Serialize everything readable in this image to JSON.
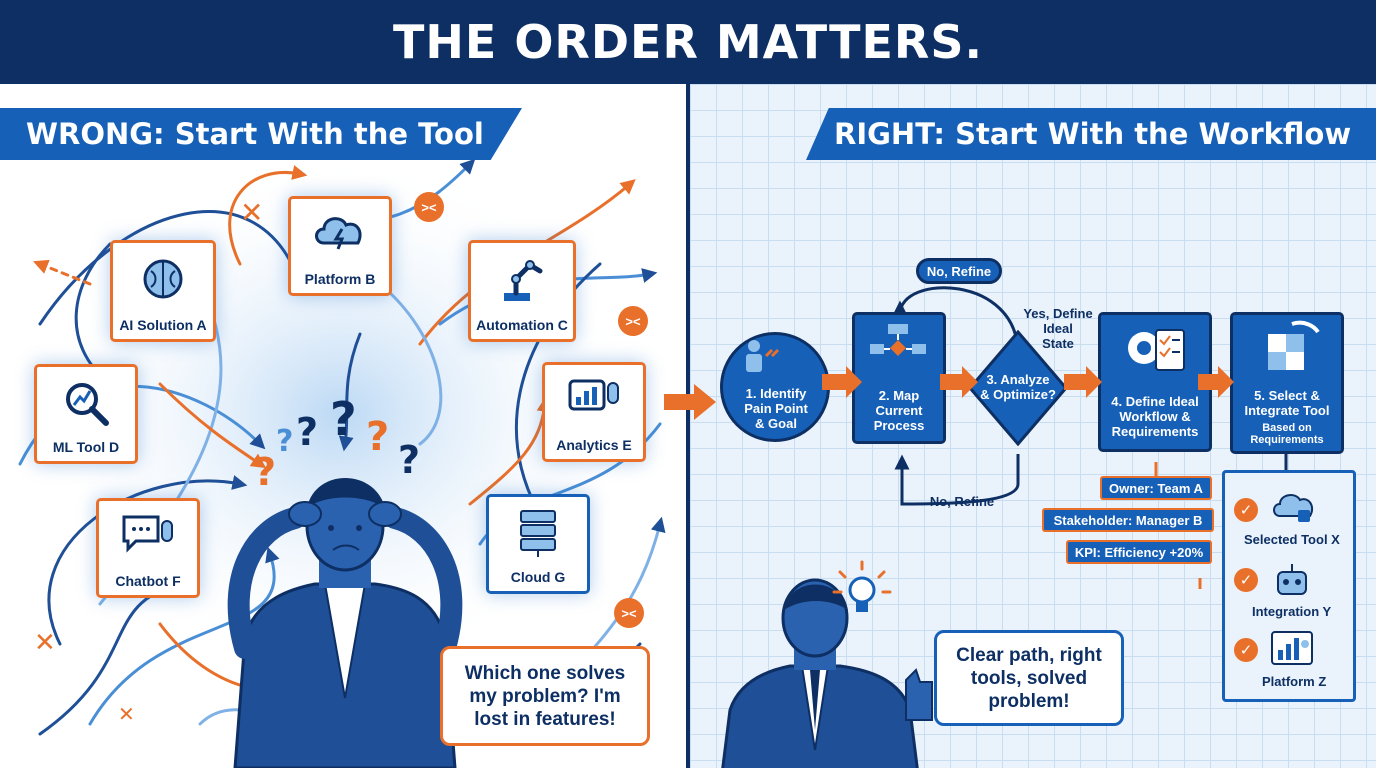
{
  "title": "THE ORDER MATTERS.",
  "left": {
    "banner": "WRONG: Start With the Tool",
    "tools": [
      {
        "label": "AI Solution A",
        "icon": "brain-icon"
      },
      {
        "label": "Platform B",
        "icon": "cloud-lightning-icon"
      },
      {
        "label": "Automation C",
        "icon": "robot-arm-icon"
      },
      {
        "label": "ML Tool D",
        "icon": "magnifier-chart-icon"
      },
      {
        "label": "Analytics E",
        "icon": "chart-mic-icon"
      },
      {
        "label": "Chatbot F",
        "icon": "chat-mic-icon"
      },
      {
        "label": "Cloud G",
        "icon": "server-icon"
      }
    ],
    "bubble_lines": [
      "Which one solves",
      "my problem? I'm",
      "lost in features!"
    ]
  },
  "right": {
    "banner": "RIGHT: Start With the Workflow",
    "steps": [
      {
        "lines": [
          "1. Identify",
          "Pain Point",
          "& Goal"
        ]
      },
      {
        "lines": [
          "2. Map",
          "Current",
          "Process"
        ]
      },
      {
        "lines": [
          "3. Analyze",
          "& Optimize?"
        ]
      },
      {
        "lines": [
          "4. Define Ideal",
          "Workflow &",
          "Requirements"
        ]
      },
      {
        "lines": [
          "5. Select &",
          "Integrate Tool"
        ],
        "sub_lines": [
          "Based on",
          "Requirements"
        ]
      }
    ],
    "loop_top": "No, Refine",
    "loop_bottom": "No, Refine",
    "yes_lines": [
      "Yes, Define",
      "Ideal",
      "State"
    ],
    "tags": [
      "Owner: Team A",
      "Stakeholder: Manager B",
      "KPI: Efficiency +20%"
    ],
    "selected": [
      "Selected Tool X",
      "Integration Y",
      "Platform Z"
    ],
    "bubble_lines": [
      "Clear path, right",
      "tools, solved",
      "problem!"
    ]
  },
  "colors": {
    "navy": "#0d2f63",
    "blue": "#1660b8",
    "orange": "#e8702a",
    "light": "#eaf3fc"
  }
}
